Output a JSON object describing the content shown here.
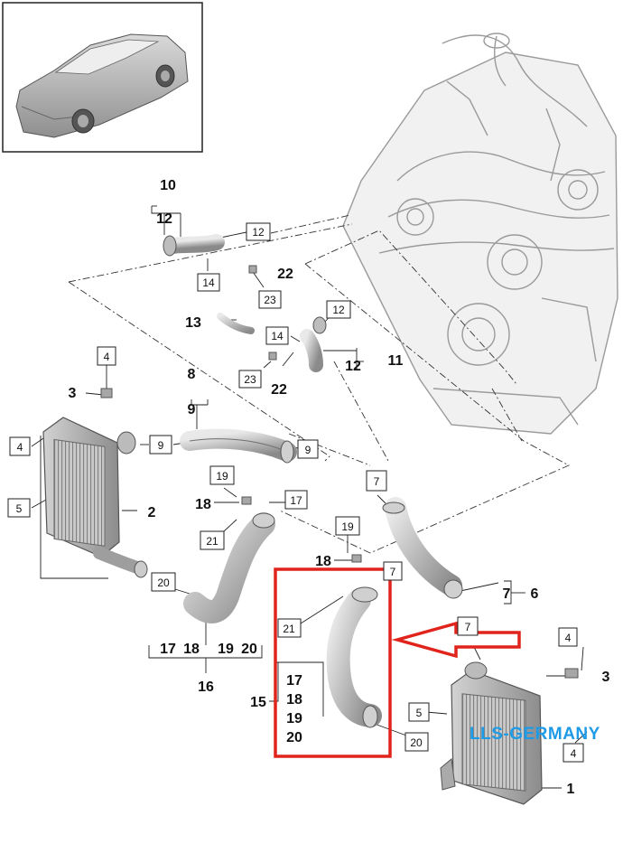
{
  "watermark": "LLS-GERMANY",
  "highlight_color": "#e0241b",
  "watermark_color": "#1e9be6",
  "callouts": {
    "c1": "1",
    "c2": "2",
    "c3a": "3",
    "c3b": "3",
    "c6": "6",
    "c8": "8",
    "c10": "10",
    "c11": "11",
    "c13": "13",
    "c15": "15",
    "c16": "16",
    "c18a": "18",
    "c18b": "18",
    "c22a": "22",
    "c22b": "22",
    "c7_66": "7",
    "c9_84": "9",
    "c12_10": "12",
    "c12_11": "12",
    "g16_17": "17",
    "g16_18": "18",
    "g16_19": "19",
    "g16_20": "20",
    "g15_17": "17",
    "g15_18": "18",
    "g15_19": "19",
    "g15_20": "20"
  },
  "boxes": {
    "b12a": "12",
    "b12b": "12",
    "b14a": "14",
    "b14b": "14",
    "b23a": "23",
    "b23b": "23",
    "b4a": "4",
    "b4b": "4",
    "b4c": "4",
    "b4d": "4",
    "b9a": "9",
    "b9b": "9",
    "b5a": "5",
    "b5b": "5",
    "b19a": "19",
    "b19b": "19",
    "b17": "17",
    "b21a": "21",
    "b21b": "21",
    "b20a": "20",
    "b20b": "20",
    "b7a": "7",
    "b7b": "7",
    "b7c": "7"
  }
}
